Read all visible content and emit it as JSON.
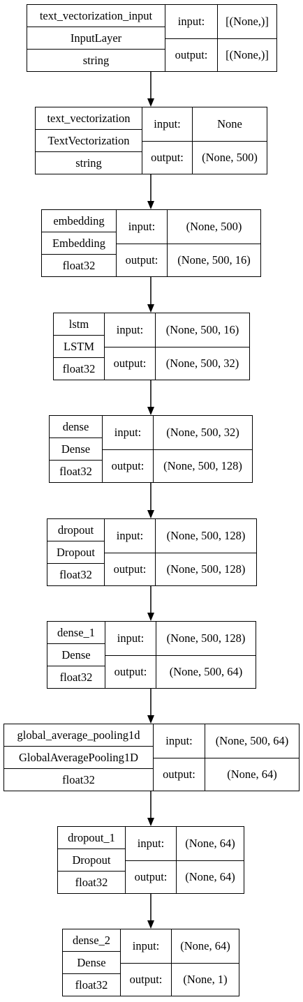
{
  "labels": {
    "input": "input:",
    "output": "output:"
  },
  "layers": [
    {
      "name": "text_vectorization_input",
      "class_name": "InputLayer",
      "dtype": "string",
      "input_shape": "[(None,)]",
      "output_shape": "[(None,)]"
    },
    {
      "name": "text_vectorization",
      "class_name": "TextVectorization",
      "dtype": "string",
      "input_shape": "None",
      "output_shape": "(None, 500)"
    },
    {
      "name": "embedding",
      "class_name": "Embedding",
      "dtype": "float32",
      "input_shape": "(None, 500)",
      "output_shape": "(None, 500, 16)"
    },
    {
      "name": "lstm",
      "class_name": "LSTM",
      "dtype": "float32",
      "input_shape": "(None, 500, 16)",
      "output_shape": "(None, 500, 32)"
    },
    {
      "name": "dense",
      "class_name": "Dense",
      "dtype": "float32",
      "input_shape": "(None, 500, 32)",
      "output_shape": "(None, 500, 128)"
    },
    {
      "name": "dropout",
      "class_name": "Dropout",
      "dtype": "float32",
      "input_shape": "(None, 500, 128)",
      "output_shape": "(None, 500, 128)"
    },
    {
      "name": "dense_1",
      "class_name": "Dense",
      "dtype": "float32",
      "input_shape": "(None, 500, 128)",
      "output_shape": "(None, 500, 64)"
    },
    {
      "name": "global_average_pooling1d",
      "class_name": "GlobalAveragePooling1D",
      "dtype": "float32",
      "input_shape": "(None, 500, 64)",
      "output_shape": "(None, 64)"
    },
    {
      "name": "dropout_1",
      "class_name": "Dropout",
      "dtype": "float32",
      "input_shape": "(None, 64)",
      "output_shape": "(None, 64)"
    },
    {
      "name": "dense_2",
      "class_name": "Dense",
      "dtype": "float32",
      "input_shape": "(None, 64)",
      "output_shape": "(None, 1)"
    }
  ]
}
